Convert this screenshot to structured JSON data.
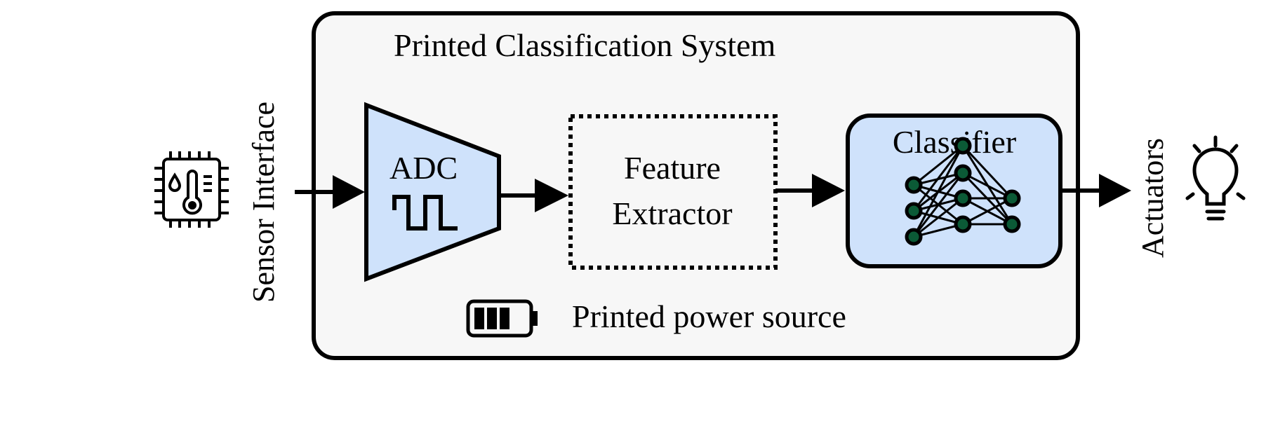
{
  "system": {
    "title": "Printed Classification System"
  },
  "blocks": {
    "adc": "ADC",
    "feature_line1": "Feature",
    "feature_line2": "Extractor",
    "classifier": "Classifier"
  },
  "labels": {
    "sensor_interface": "Sensor Interface",
    "actuators": "Actuators",
    "power_source": "Printed power source"
  },
  "icons": {
    "sensor": "sensor-chip-icon",
    "adc_signal": "square-wave-icon",
    "classifier": "neural-network-icon",
    "battery": "battery-icon",
    "actuator": "light-bulb-icon"
  },
  "colors": {
    "block_fill": "#cfe2fb",
    "system_fill": "#f7f7f7",
    "neuron_fill": "#0b5a36",
    "stroke": "#000000"
  }
}
